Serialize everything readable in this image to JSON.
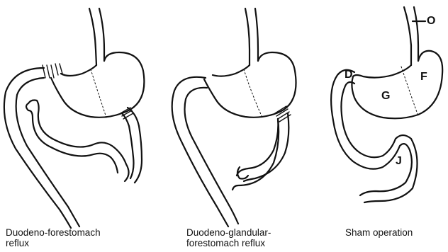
{
  "panels": [
    {
      "caption_line1": "Duodeno-forestomach",
      "caption_line2": "reflux"
    },
    {
      "caption_line1": "Duodeno-glandular-",
      "caption_line2": "forestomach reflux"
    },
    {
      "caption_line1": "Sham operation",
      "caption_line2": ""
    }
  ],
  "region_labels": {
    "oesophagus": "O",
    "duodenum": "D",
    "forestomach": "F",
    "glandular_stomach": "G",
    "jejunum": "J"
  }
}
